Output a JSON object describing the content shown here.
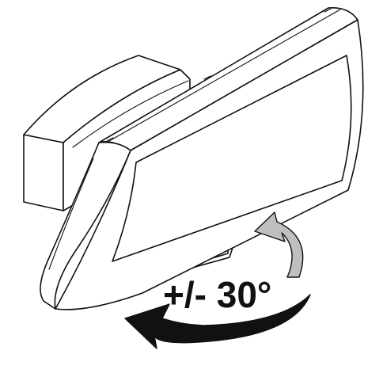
{
  "rotation_label": "+/- 30°",
  "colors": {
    "outline": "#111111",
    "arrow_light": "#bfbfbf",
    "arrow_dark": "#111111",
    "background": "#ffffff"
  },
  "icons": [
    "rotate-counterclockwise-arrow",
    "rotate-clockwise-arrow"
  ]
}
